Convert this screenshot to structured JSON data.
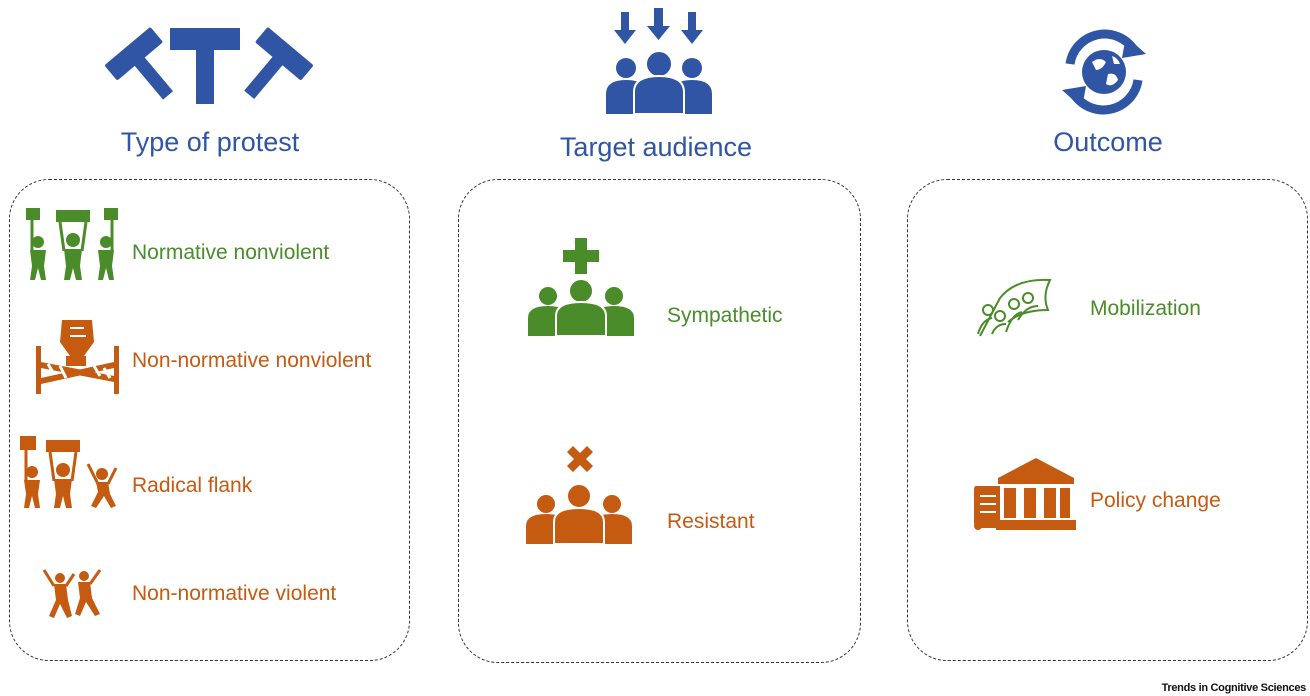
{
  "columns": {
    "protest": {
      "title": "Type of protest",
      "icon": "gavel-icon",
      "items": [
        {
          "label": "Normative nonviolent",
          "icon": "sign-holders-icon",
          "color": "#4a8c2a"
        },
        {
          "label": "Non-normative nonviolent",
          "icon": "fist-barricade-icon",
          "color": "#c55a11"
        },
        {
          "label": "Radical flank",
          "icon": "mixed-protesters-icon",
          "color": "#c55a11"
        },
        {
          "label": "Non-normative violent",
          "icon": "fighters-icon",
          "color": "#c55a11"
        }
      ]
    },
    "audience": {
      "title": "Target audience",
      "icon": "audience-arrows-icon",
      "items": [
        {
          "label": "Sympathetic",
          "icon": "group-plus-icon",
          "color": "#4a8c2a"
        },
        {
          "label": "Resistant",
          "icon": "group-cross-icon",
          "color": "#c55a11"
        }
      ]
    },
    "outcome": {
      "title": "Outcome",
      "icon": "globe-cycle-icon",
      "items": [
        {
          "label": "Mobilization",
          "icon": "flag-crowd-icon",
          "color": "#4a8c2a"
        },
        {
          "label": "Policy change",
          "icon": "institution-scroll-icon",
          "color": "#c55a11"
        }
      ]
    }
  },
  "colors": {
    "title_blue": "#2f55a4",
    "green": "#4a8c2a",
    "orange": "#c55a11"
  },
  "footer": "Trends in Cognitive Sciences"
}
